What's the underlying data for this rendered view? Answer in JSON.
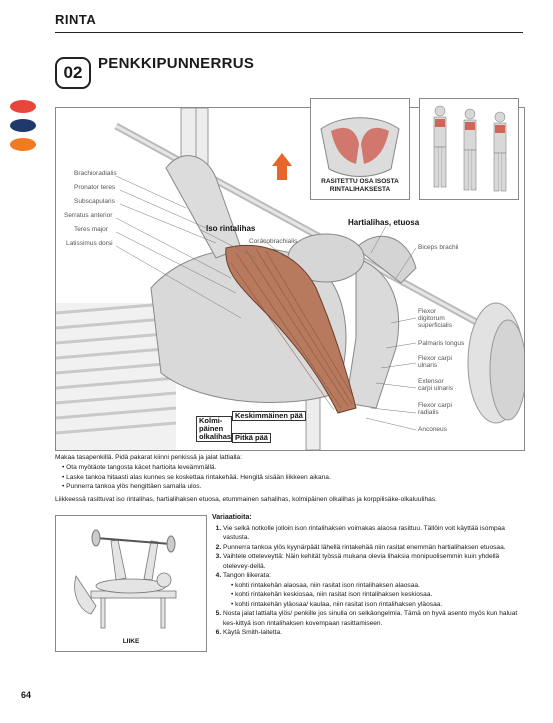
{
  "header": {
    "chapter": "RINTA"
  },
  "exercise": {
    "number": "02",
    "title": "PENKKIPUNNERRUS"
  },
  "difficulty_colors": [
    "#e8463d",
    "#1d3a6b",
    "#ef7c22"
  ],
  "illustration": {
    "inset_caption": "RASITETTU OSA ISOSTA RINTALIHAKSESTA",
    "labels_left": [
      "Brachioradialis",
      "Pronator teres",
      "Subscapularis",
      "Serratus anterior",
      "Teres major",
      "Latissimus dorsi"
    ],
    "label_coracobrachialis": "Coracobrachialis",
    "label_pectoralis_major": "Iso rintalihas",
    "label_deltoid_front": "Hartialihas, etuosa",
    "labels_right": [
      "Biceps brachii",
      "Flexor digitorum superficialis",
      "Palmaris longus",
      "Flexor carpi ulnaris",
      "Extensor carpi ulnaris",
      "Flexor carpi radialis",
      "Anconeus"
    ],
    "label_triceps_lateral": "Keskimmäinen pää",
    "label_triceps_medial": "Kolmi-päinen olkalihas",
    "label_triceps_long": "Pitkä pää"
  },
  "description": {
    "intro": "Makaa tasapenkillä. Pidä pakarat kiinni penkissä ja jalat lattialla:",
    "steps": [
      "Ota myötäote tangosta käcet hartioita leveämmällä.",
      "Laske tankoa hitaasti alas kunnes se koskettaa rintakehää. Hengitä sisään liikkeen aikana.",
      "Punnerra tankoa ylös hengittäen samalla ulos."
    ],
    "muscles": "Liikkeessä rasittuvat iso rintalihas, hartialihaksen etuosa, etummainen sahalihas, kolmipäinen olkalihas ja korppilisäke-olkaluulihas."
  },
  "movement_caption": "LIIKE",
  "variations": {
    "title": "Variaatioita:",
    "items": [
      "Vie selkä notkolle jolloin ison rintalihaksen voimakas alaosa rasittuu. Tällöin voit käyttää isompaa vastusta.",
      "Punnerra tankoa ylös kyynärpäät lähellä rintakehää niin rasitat enemmän hartialihaksen etuosaa.",
      "Vaihtele otteleveyttä: Näin kehität työssä mukana olevia lihaksia monipuolisemmin kuin yhdellä otelevey-dellä.",
      "Tangon liikerata:",
      "Nosta jalat lattialta ylös/ penkille jos sinulla on selkäongelmia. Tämä on hyvä asento myös kun haluat kes-kittyä ison rintalihaksen kovempaan rasittamiseen.",
      "Käytä Smith-laitetta."
    ],
    "bar_path": [
      "kohti rintakehän alaosaa, niin rasitat ison rintalihaksen alaosaa.",
      "kohti rintakehän keskiosaa, niin rasitat ison rintalihaksen keskiosaa.",
      "kohti rintakehän yläosaa/ kaulaa, niin rasitat ison rintalihaksen yläosaa."
    ]
  },
  "page_number": "64"
}
